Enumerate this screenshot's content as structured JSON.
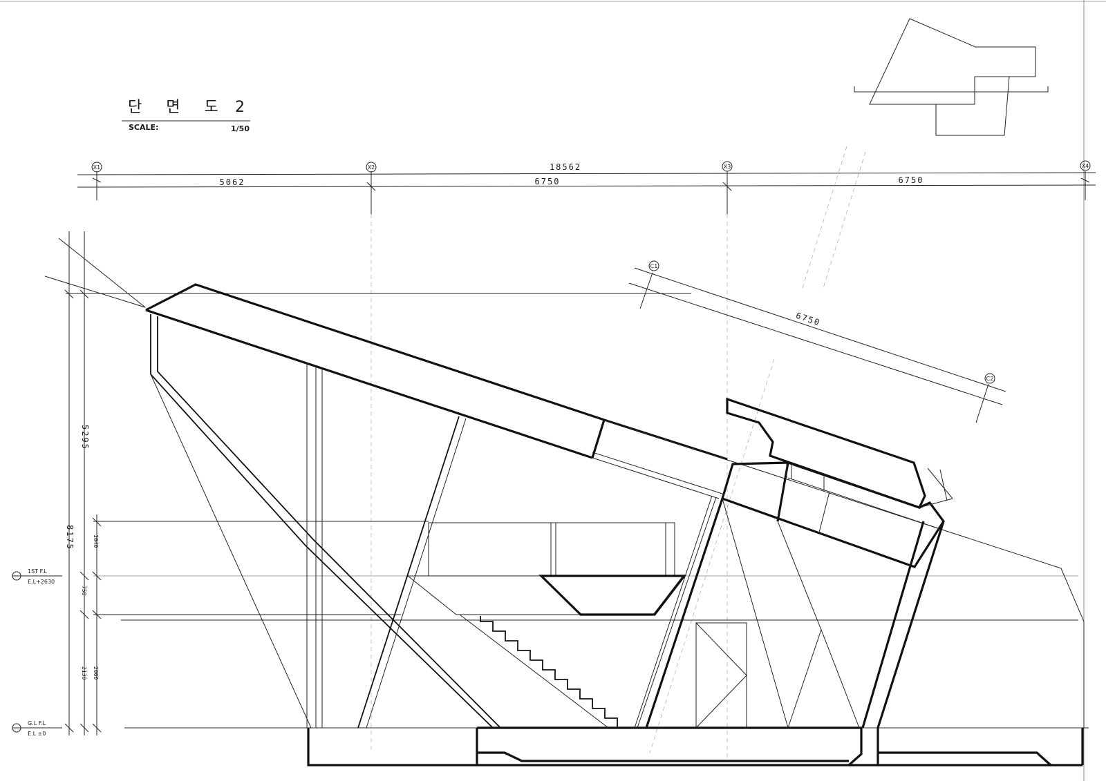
{
  "title": {
    "main": "단 면 도",
    "number": "2"
  },
  "scale": {
    "label": "SCALE:",
    "value": "1/50"
  },
  "grid_labels": [
    "X1",
    "X2",
    "X3",
    "X4"
  ],
  "section_markers": [
    "C1",
    "C2"
  ],
  "dimensions": {
    "overall": "18562",
    "spans": [
      "5062",
      "6750",
      "6750"
    ],
    "section_span": "6750",
    "vertical_total": "8175",
    "vertical_upper": "5295",
    "vertical_1040": "1040",
    "vertical_750": "750",
    "vertical_2130": "2130",
    "vertical_2000": "2000"
  },
  "levels": [
    {
      "name": "1ST F.L",
      "elevation": "E.L+2630"
    },
    {
      "name": "G.L F.L",
      "elevation": "E.L ±0"
    }
  ]
}
